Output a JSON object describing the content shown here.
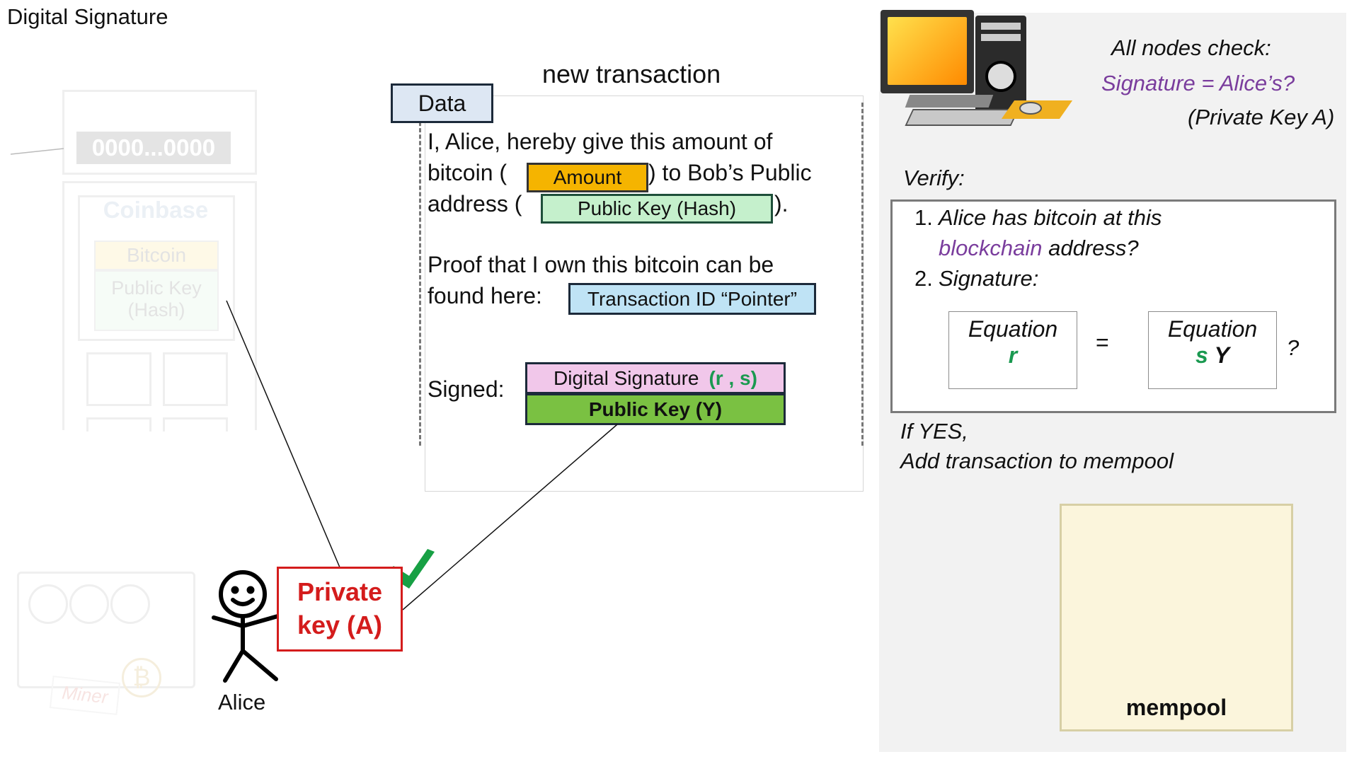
{
  "title": "Digital Signature",
  "faded_block": {
    "hash_text": "0000...0000",
    "coinbase_label": "Coinbase",
    "bitcoin_label": "Bitcoin",
    "pubkey_label_line1": "Public Key",
    "pubkey_label_line2": "(Hash)",
    "miner_label": "Miner"
  },
  "transaction": {
    "header": "new transaction",
    "data_tab": "Data",
    "line1": "I, Alice, hereby give this amount of",
    "line2_pre": "bitcoin (",
    "amount_chip": "Amount",
    "line2_post": ") to Bob’s Public",
    "line3_pre": "address (",
    "pubkey_hash_chip": "Public Key (Hash)",
    "line3_post": ").",
    "proof_line1": "Proof that I own this bitcoin can be",
    "proof_line2_pre": "found here:",
    "txid_chip": "Transaction ID “Pointer”",
    "signed_label": "Signed:",
    "digital_sig_chip": "Digital Signature",
    "sig_rs": "(r , s)",
    "pubkey_y_chip": "Public Key (Y)"
  },
  "alice": {
    "name": "Alice",
    "private_key_line1": "Private",
    "private_key_line2": "key (A)"
  },
  "nodes": {
    "check_title": "All nodes check:",
    "check_question": "Signature = Alice’s?",
    "check_note": "(Private Key A)",
    "verify_label": "Verify:",
    "item1_num": "1.",
    "item1_line1": "Alice has bitcoin at this",
    "item1_word": "blockchain",
    "item1_rest": "address?",
    "item2_num": "2.",
    "item2_text": "Signature:",
    "eq_left_label": "Equation",
    "eq_left_var": "r",
    "equals": "=",
    "eq_right_label": "Equation",
    "eq_right_var_s": "s",
    "eq_right_var_y": "Y",
    "question_mark": "?",
    "if_yes": "If YES,",
    "add_tx": "Add transaction to mempool",
    "mempool_label": "mempool"
  },
  "colors": {
    "amount": "#f5b400",
    "pubkey_hash": "#c5f0cc",
    "txid": "#bfe3f5",
    "digital_sig": "#f1c7ea",
    "pubkey_y": "#7ac142",
    "private_key": "#d41c1c",
    "check_green": "#1a9950",
    "purple": "#7a3d9d",
    "mempool": "#fbf5dc"
  }
}
